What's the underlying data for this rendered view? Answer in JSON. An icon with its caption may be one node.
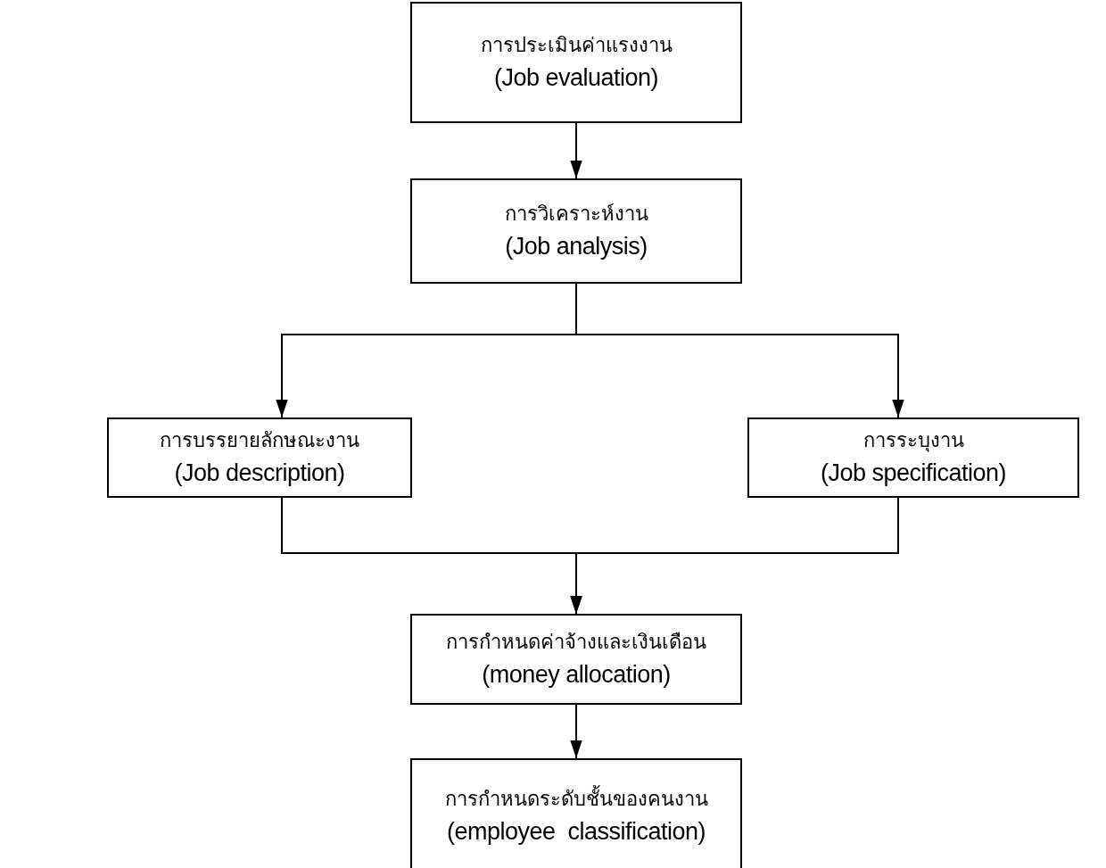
{
  "diagram": {
    "nodes": [
      {
        "text": [
          "การประเมินค่าแรงงาน",
          "(Job evaluation)"
        ]
      },
      {
        "text": [
          "การวิเคราะห์งาน",
          "(Job analysis)"
        ]
      },
      {
        "text": [
          "การบรรยายลักษณะงาน",
          "(Job description)"
        ]
      },
      {
        "text": [
          "การระบุงาน",
          "(Job specification)"
        ]
      },
      {
        "text": [
          "การกำหนดค่าจ้างและเงินเดือน",
          "(money allocation)"
        ]
      },
      {
        "text": [
          "การกำหนดระดับชั้นของคนงาน",
          "(employee  classification)"
        ]
      }
    ],
    "edges": [
      {
        "from": 0,
        "to": 1,
        "arrow": "to"
      },
      {
        "from": 1,
        "to": 2,
        "arrow": "to"
      },
      {
        "from": 1,
        "to": 3,
        "arrow": "to"
      },
      {
        "from": 2,
        "to": 4,
        "arrow": "to"
      },
      {
        "from": 3,
        "to": 4,
        "arrow": "to"
      },
      {
        "from": 4,
        "to": 5,
        "arrow": "to"
      }
    ]
  }
}
